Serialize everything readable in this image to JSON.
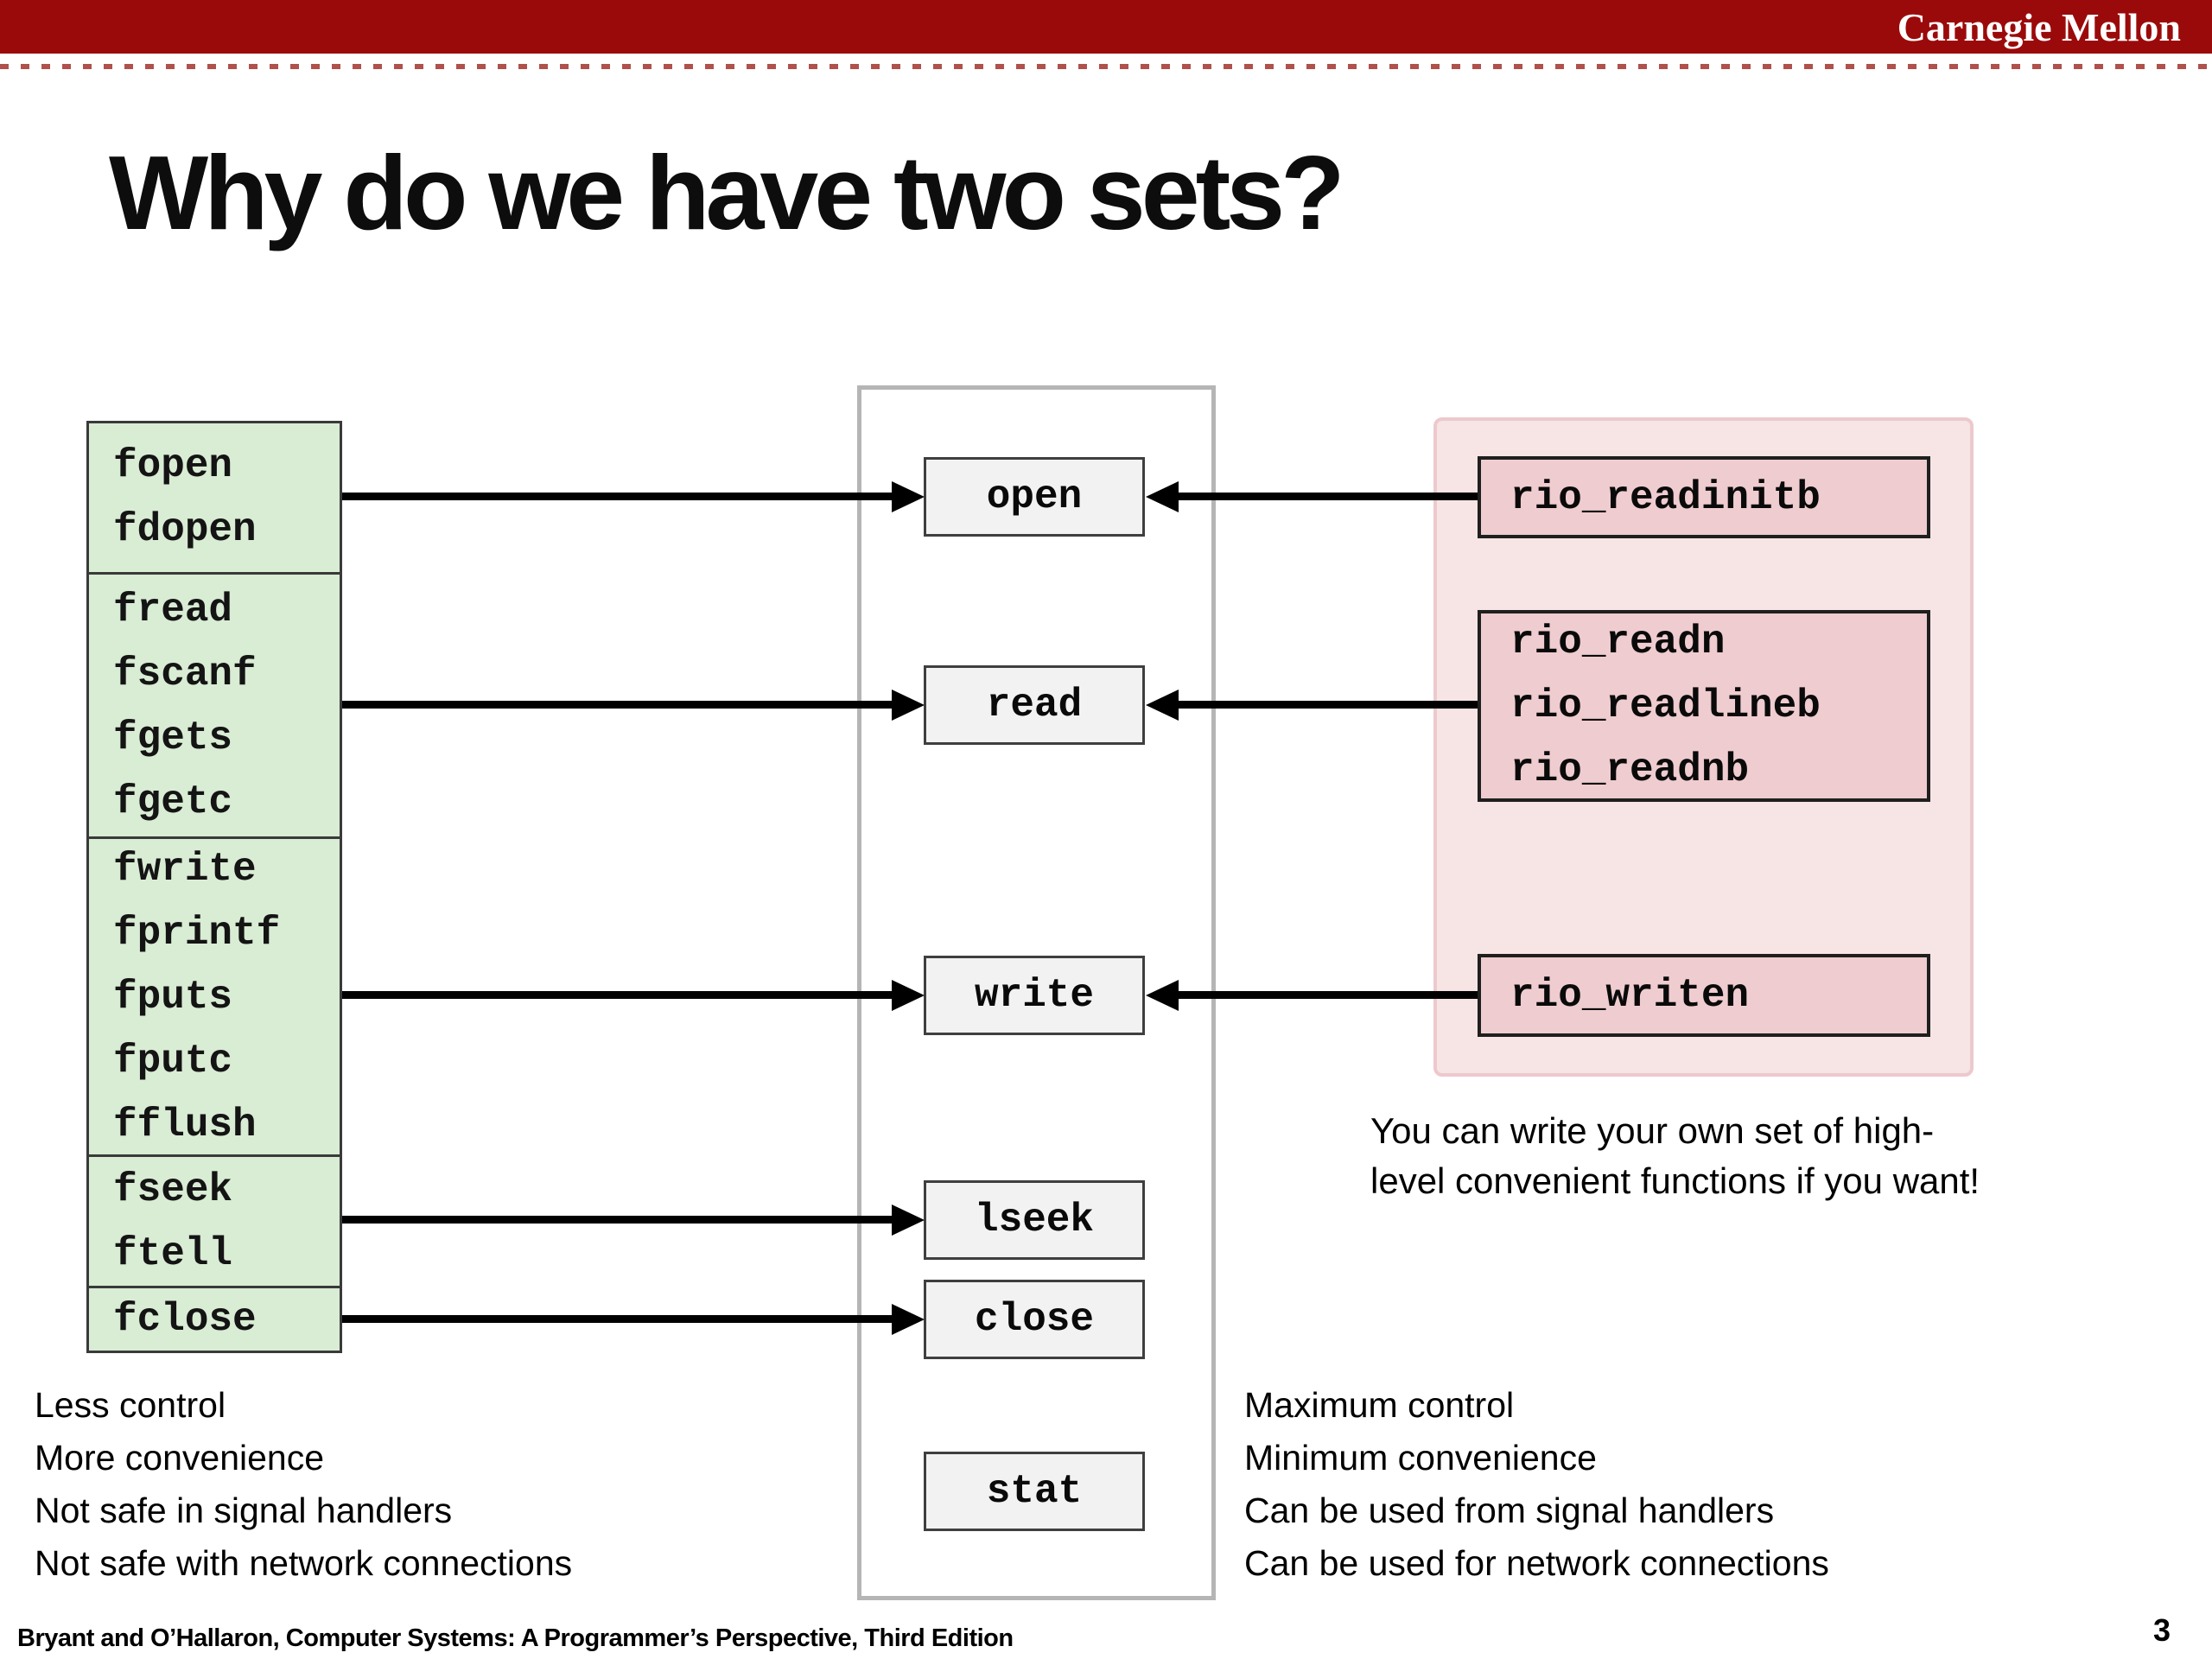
{
  "header": {
    "brand": "Carnegie Mellon"
  },
  "title": "Why do we have two sets?",
  "stdio": {
    "boxes": [
      {
        "lines": [
          "fopen",
          "fdopen"
        ]
      },
      {
        "lines": [
          "fread",
          "fscanf",
          "fgets",
          "fgetc"
        ]
      },
      {
        "lines": [
          "fwrite",
          "fprintf",
          "fputs",
          "fputc",
          "fflush"
        ]
      },
      {
        "lines": [
          "fseek",
          "ftell"
        ]
      },
      {
        "lines": [
          "fclose"
        ]
      }
    ]
  },
  "unix": {
    "boxes": [
      "open",
      "read",
      "write",
      "lseek",
      "close",
      "stat"
    ]
  },
  "rio": {
    "boxes": [
      {
        "lines": [
          "rio_readinitb"
        ]
      },
      {
        "lines": [
          "rio_readn",
          "rio_readlineb",
          "rio_readnb"
        ]
      },
      {
        "lines": [
          "rio_writen"
        ]
      }
    ]
  },
  "note": {
    "lines": [
      "You can write your own set of high-",
      "level convenient functions if you want!"
    ]
  },
  "props": {
    "left": [
      "Less control",
      "More convenience",
      "Not safe in signal handlers",
      "Not safe with network connections"
    ],
    "right": [
      "Maximum control",
      "Minimum convenience",
      "Can be used from signal handlers",
      "Can be used for network connections"
    ]
  },
  "footer": {
    "citation": "Bryant and O’Hallaron, Computer Systems: A Programmer’s Perspective, Third Edition",
    "page": "3"
  },
  "colors": {
    "header_red": "#9b0a0a",
    "accent_red": "#b0514c",
    "stdio_green_fill": "#d9ecd4",
    "stdio_border": "#3a3a3a",
    "unix_fill": "#f2f2f2",
    "unix_border": "#3f3f3f",
    "unix_container_border": "#b5b5b5",
    "rio_container_fill": "#f7e4e5",
    "rio_container_border": "#ecc9cd",
    "rio_fill": "#efcccf",
    "rio_border": "#1f1f1f",
    "arrow": "#000000"
  }
}
